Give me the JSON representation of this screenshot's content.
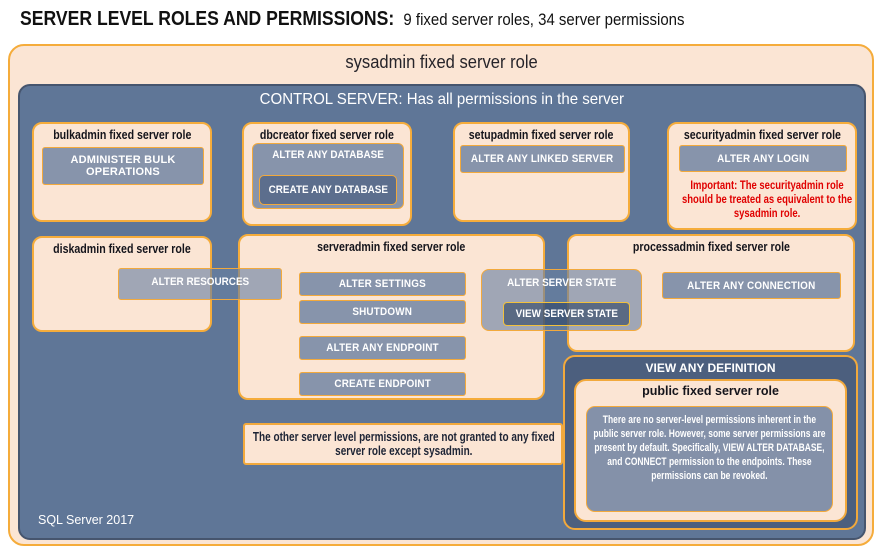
{
  "page": {
    "title_bold": "SERVER LEVEL ROLES AND PERMISSIONS:",
    "title_rest": "9 fixed server roles, 34 server permissions",
    "footer": "SQL Server 2017"
  },
  "sysadmin": {
    "label": "sysadmin fixed server role"
  },
  "control_server": {
    "label": "CONTROL SERVER: Has all permissions in the server"
  },
  "roles": {
    "bulkadmin": {
      "title": "bulkadmin fixed server role",
      "permission": "ADMINISTER BULK OPERATIONS"
    },
    "dbcreator": {
      "title": "dbcreator fixed server role",
      "permission_outer": "ALTER ANY DATABASE",
      "permission_inner": "CREATE ANY DATABASE"
    },
    "setupadmin": {
      "title": "setupadmin fixed server role",
      "permission": "ALTER ANY LINKED SERVER"
    },
    "securityadmin": {
      "title": "securityadmin fixed server role",
      "permission": "ALTER ANY LOGIN",
      "warning": "Important: The securityadmin role should be treated as equivalent to the sysadmin role."
    },
    "diskadmin": {
      "title": "diskadmin fixed server role",
      "permission": "ALTER RESOURCES"
    },
    "serveradmin": {
      "title": "serveradmin fixed server role",
      "permissions": [
        "ALTER SETTINGS",
        "SHUTDOWN",
        "ALTER ANY ENDPOINT",
        "CREATE ENDPOINT"
      ],
      "permission_outer": "ALTER SERVER STATE",
      "permission_inner": "VIEW SERVER STATE"
    },
    "processadmin": {
      "title": "processadmin fixed server role",
      "permission": "ALTER ANY CONNECTION"
    },
    "public": {
      "banner": "VIEW ANY DEFINITION",
      "title": "public fixed server role",
      "note": "There are no server-level permissions inherent in the public server role. However, some server permissions are present by default. Specifically, VIEW ALTER DATABASE, and CONNECT permission to the endpoints. These permissions can be revoked."
    }
  },
  "note": "The other server level permissions, are not granted to any fixed server role except sysadmin.",
  "colors": {
    "peach": "#FBE5D4",
    "gold_border": "#F2A93C",
    "slate_blue_background": "#5F7697",
    "chip_blue": "#8794AB",
    "dark_blue": "#4C5F7E",
    "warning_red": "#E00000"
  }
}
